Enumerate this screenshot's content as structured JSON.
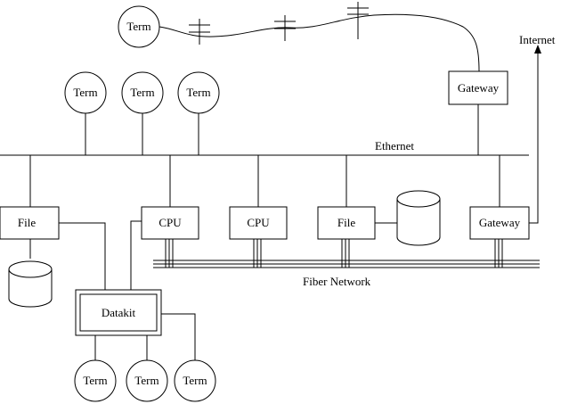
{
  "diagram": {
    "networks": {
      "ethernet": "Ethernet",
      "fiber": "Fiber Network",
      "internet": "Internet"
    },
    "nodes": {
      "term_remote": "Term",
      "term_eth_1": "Term",
      "term_eth_2": "Term",
      "term_eth_3": "Term",
      "gateway_top": "Gateway",
      "file_left": "File",
      "cpu_1": "CPU",
      "cpu_2": "CPU",
      "file_right": "File",
      "gateway_right": "Gateway",
      "datakit": "Datakit",
      "term_dk_1": "Term",
      "term_dk_2": "Term",
      "term_dk_3": "Term"
    }
  }
}
